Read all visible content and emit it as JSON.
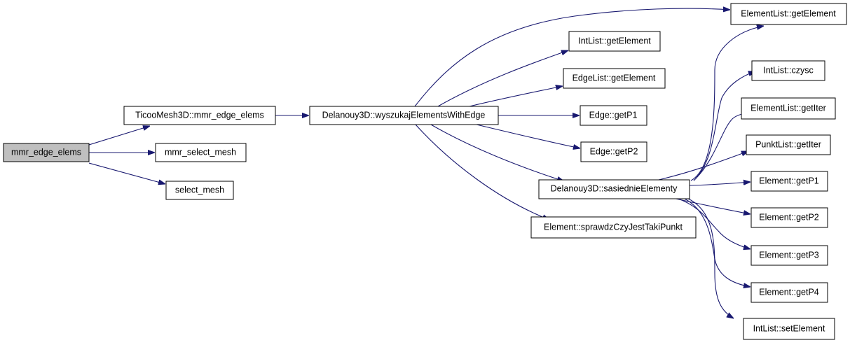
{
  "graph": {
    "nodes": {
      "mmr_edge_elems": "mmr_edge_elems",
      "ticoo_mmr_edge_elems": "TicooMesh3D::mmr_edge_elems",
      "mmr_select_mesh": "mmr_select_mesh",
      "select_mesh": "select_mesh",
      "wyszukaj": "Delanouy3D::wyszukajElementsWithEdge",
      "elementlist_getelement": "ElementList::getElement",
      "intlist_getelement": "IntList::getElement",
      "edgelist_getelement": "EdgeList::getElement",
      "edge_getp1": "Edge::getP1",
      "edge_getp2": "Edge::getP2",
      "sasiednie": "Delanouy3D::sasiednieElementy",
      "sprawdz": "Element::sprawdzCzyJestTakiPunkt",
      "intlist_czysc": "IntList::czysc",
      "elementlist_getiter": "ElementList::getIter",
      "punktlist_getiter": "PunktList::getIter",
      "element_getp1": "Element::getP1",
      "element_getp2": "Element::getP2",
      "element_getp3": "Element::getP3",
      "element_getp4": "Element::getP4",
      "intlist_setelement": "IntList::setElement"
    },
    "highlighted_node": "mmr_edge_elems",
    "edge_color": "#191970",
    "highlight_fill": "#bfbfbf"
  }
}
